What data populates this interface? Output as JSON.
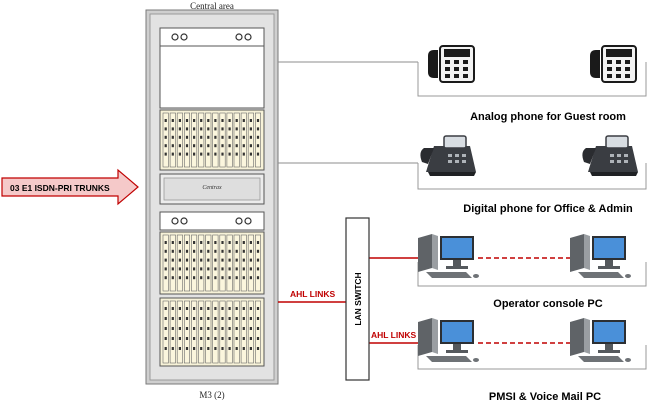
{
  "cabinet": {
    "top_label": "Central area",
    "bottom_label": "M3 (2)",
    "shelf_label": "Centrax"
  },
  "trunk": {
    "label": "03 E1 ISDN-PRI TRUNKS"
  },
  "switch": {
    "label": "LAN SWITCH"
  },
  "links": {
    "cabinet_to_switch": "AHL LINKS",
    "switch_to_pmsi": "AHL LINKS"
  },
  "groups": {
    "analog": "Analog phone for Guest room",
    "digital": "Digital phone for Office & Admin",
    "operator": "Operator console PC",
    "pmsi": "PMSI & Voice Mail PC"
  },
  "colors": {
    "link_red": "#c00000",
    "arrow_fill": "#f5c9c9",
    "cabinet_frame": "#a6a6a6",
    "line_gray": "#8c8c8c"
  },
  "icons": [
    "analog-phone-icon",
    "digital-phone-icon",
    "desktop-pc-icon"
  ]
}
